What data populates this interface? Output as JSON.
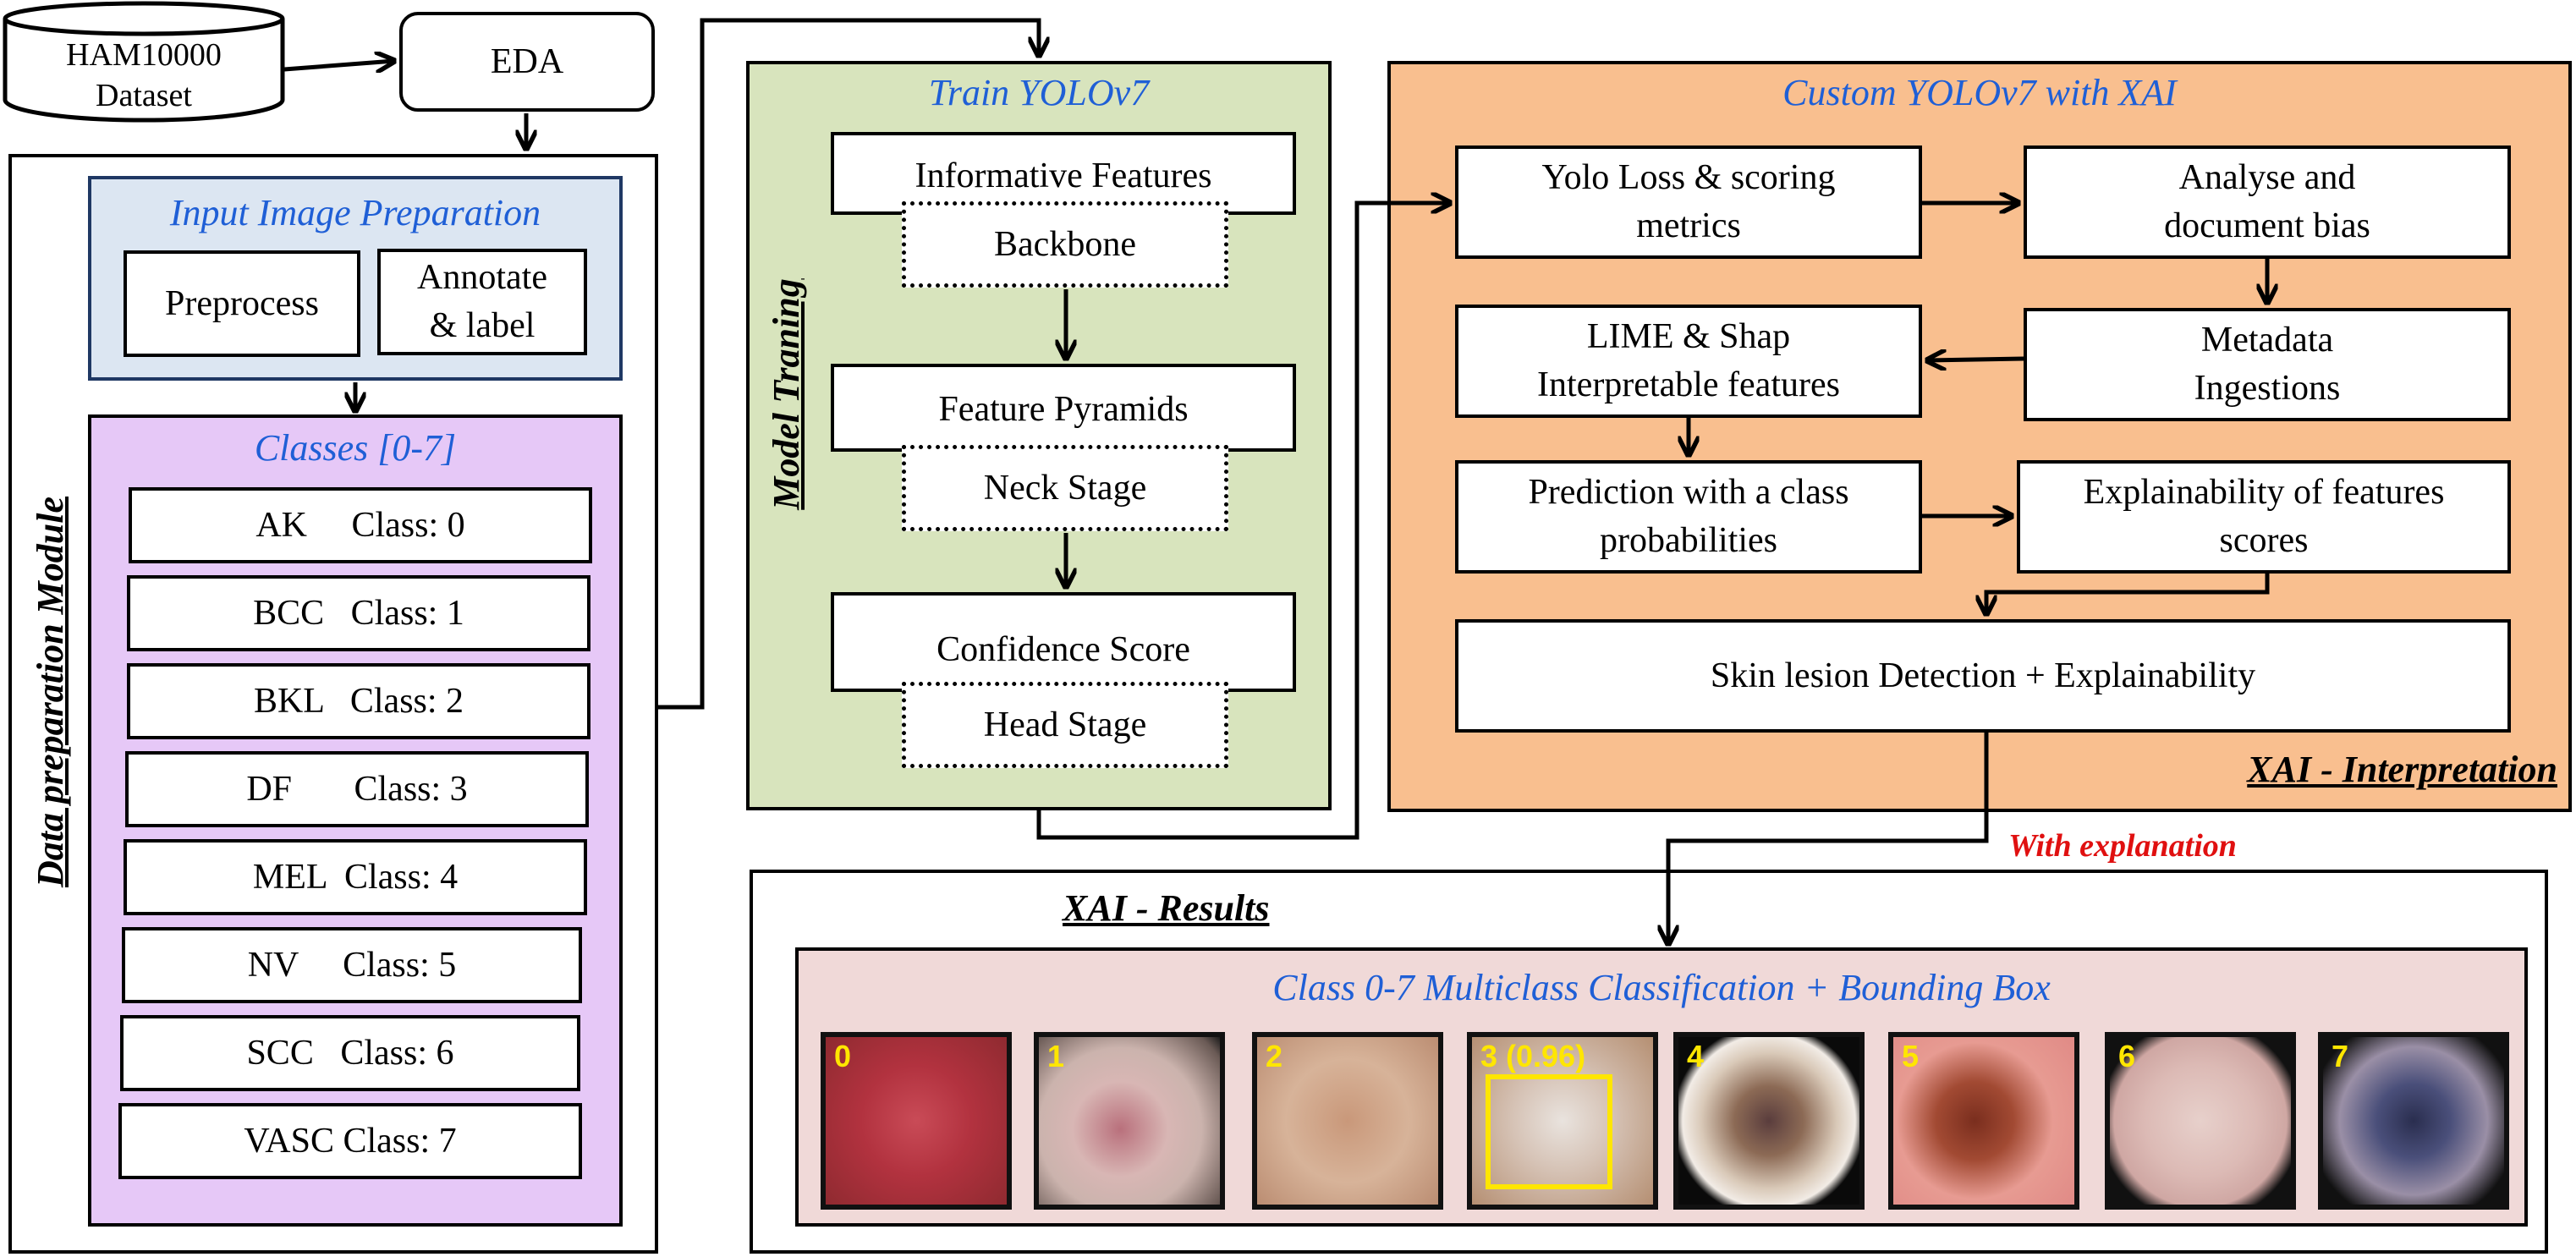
{
  "dataset": {
    "line1": "HAM10000",
    "line2": "Dataset"
  },
  "eda": {
    "label": "EDA"
  },
  "data_prep": {
    "vertical_label": "Data preparation Module",
    "input_prep_title": "Input Image Preparation",
    "preprocess": "Preprocess",
    "annotate_line1": "Annotate",
    "annotate_line2": "& label",
    "classes_title": "Classes [0-7]",
    "classes": [
      "AK     Class: 0",
      "BCC   Class: 1",
      "BKL   Class: 2",
      "DF       Class: 3",
      "MEL  Class: 4",
      "NV     Class: 5",
      "SCC   Class: 6",
      "VASC Class: 7"
    ]
  },
  "training": {
    "title": "Train YOLOv7",
    "vertical_label": "Model Traning",
    "informative": "Informative Features",
    "backbone": "Backbone",
    "pyramids": "Feature Pyramids",
    "neck": "Neck Stage",
    "confidence": "Confidence Score",
    "head": "Head Stage"
  },
  "xai": {
    "title": "Custom YOLOv7 with XAI",
    "yolo_loss_line1": "Yolo Loss & scoring",
    "yolo_loss_line2": "metrics",
    "analyse_line1": "Analyse and",
    "analyse_line2": "document bias",
    "lime_line1": "LIME &  Shap",
    "lime_line2": "Interpretable features",
    "metadata_line1": "Metadata",
    "metadata_line2": "Ingestions",
    "prediction_line1": "Prediction with a class",
    "prediction_line2": "probabilities",
    "explain_line1": "Explainability of features",
    "explain_line2": "scores",
    "detection": "Skin lesion Detection + Explainability",
    "interpretation_label": "XAI - Interpretation"
  },
  "with_explanation": "With explanation",
  "results": {
    "label": "XAI - Results",
    "panel_title": "Class 0-7  Multiclass Classification + Bounding Box",
    "thumbnails": [
      "0",
      "1",
      "2",
      "3 (0.96)",
      "4",
      "5",
      "6",
      "7"
    ]
  },
  "colors": {
    "green_panel": "#d8e4bd",
    "orange_panel": "#f9bf8f",
    "lilac_panel": "#e6c8f7",
    "lightblue_panel": "#dce6f2",
    "pink_panel": "#f0d9d8",
    "blue_text": "#1f5fd6",
    "red_text": "#e01010",
    "yellow_label": "#ffe600"
  }
}
